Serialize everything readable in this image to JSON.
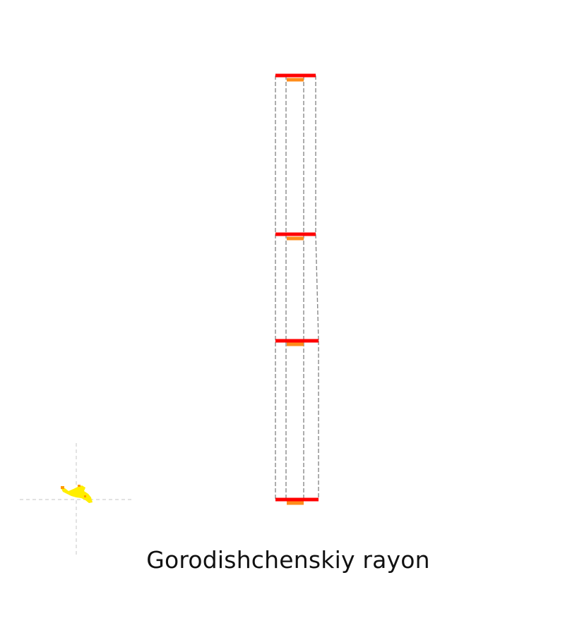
{
  "region_name": "Gorodishchenskiy rayon",
  "colors": {
    "background": "#ffffff",
    "boundary_red": "#ff0000",
    "boundary_orange": "#ff8c1a",
    "outline_gray": "#8a8a8a",
    "locator_yellow": "#ffee00",
    "locator_orange": "#ff9900",
    "crosshair_gray": "#d0d0d0",
    "title_text": "#111111"
  },
  "legend": [],
  "layers": [
    "extrusion-outline",
    "boundary-levels",
    "locator-inset"
  ]
}
